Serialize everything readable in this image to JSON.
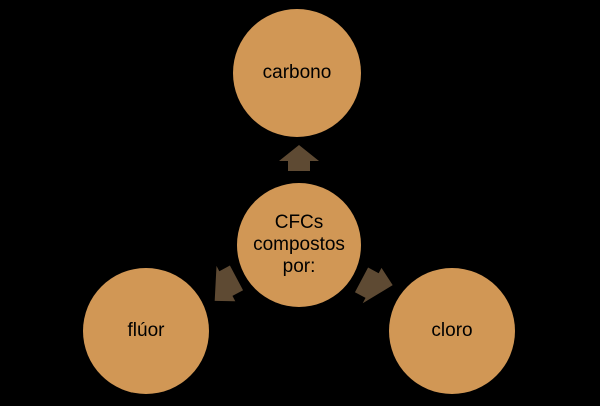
{
  "diagram": {
    "center": {
      "label": "CFCs\ncompostos\npor:"
    },
    "top": {
      "label": "carbono"
    },
    "left": {
      "label": "flúor"
    },
    "right": {
      "label": "cloro"
    }
  },
  "colors": {
    "background": "#000000",
    "node_fill": "#D19755",
    "arrow_fill": "#5E4A33",
    "text": "#000000"
  }
}
